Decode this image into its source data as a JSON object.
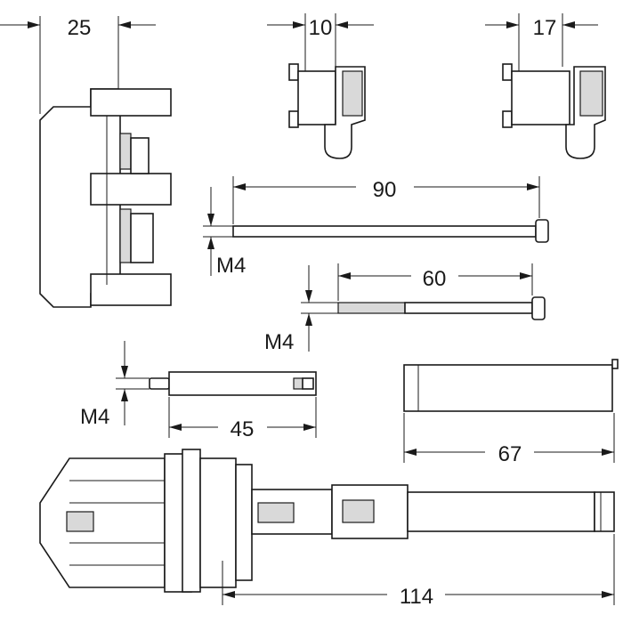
{
  "dimensions": {
    "clip_depth": "25",
    "bracket_small": "10",
    "bracket_large": "17",
    "rod_long": "90",
    "rod_long_thread": "M4",
    "rod_medium": "60",
    "rod_medium_thread": "M4",
    "extension_thread": "M4",
    "extension_length": "45",
    "sleeve_length": "67",
    "valve_length": "114"
  }
}
